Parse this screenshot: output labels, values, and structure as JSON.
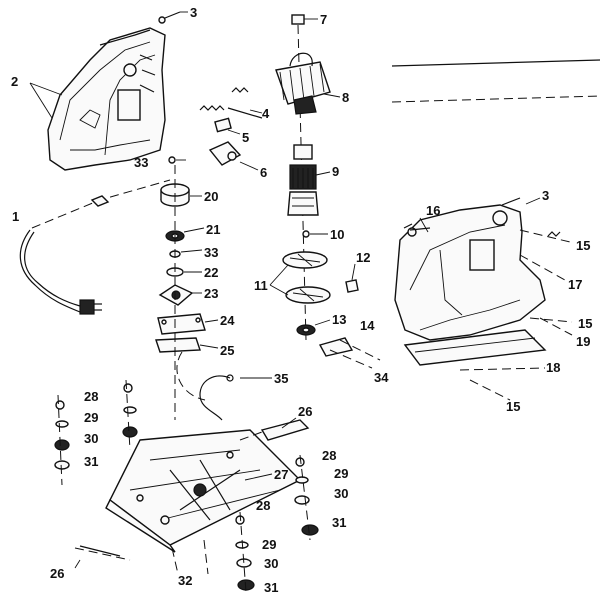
{
  "labels": {
    "l1": "1",
    "l2": "2",
    "l3a": "3",
    "l3b": "3",
    "l4": "4",
    "l5": "5",
    "l6": "6",
    "l7": "7",
    "l8": "8",
    "l9": "9",
    "l10": "10",
    "l11": "11",
    "l12": "12",
    "l13": "13",
    "l14": "14",
    "l15a": "15",
    "l15b": "15",
    "l15c": "15",
    "l16": "16",
    "l17": "17",
    "l18": "18",
    "l19": "19",
    "l20": "20",
    "l21": "21",
    "l22": "22",
    "l23": "23",
    "l24": "24",
    "l25": "25",
    "l26a": "26",
    "l26b": "26",
    "l27": "27",
    "l28a": "28",
    "l28b": "28",
    "l28c": "28",
    "l29a": "29",
    "l29b": "29",
    "l29c": "29",
    "l30a": "30",
    "l30b": "30",
    "l30c": "30",
    "l31a": "31",
    "l31b": "31",
    "l31c": "31",
    "l32": "32",
    "l33a": "33",
    "l33b": "33",
    "l34": "34",
    "l35": "35"
  }
}
